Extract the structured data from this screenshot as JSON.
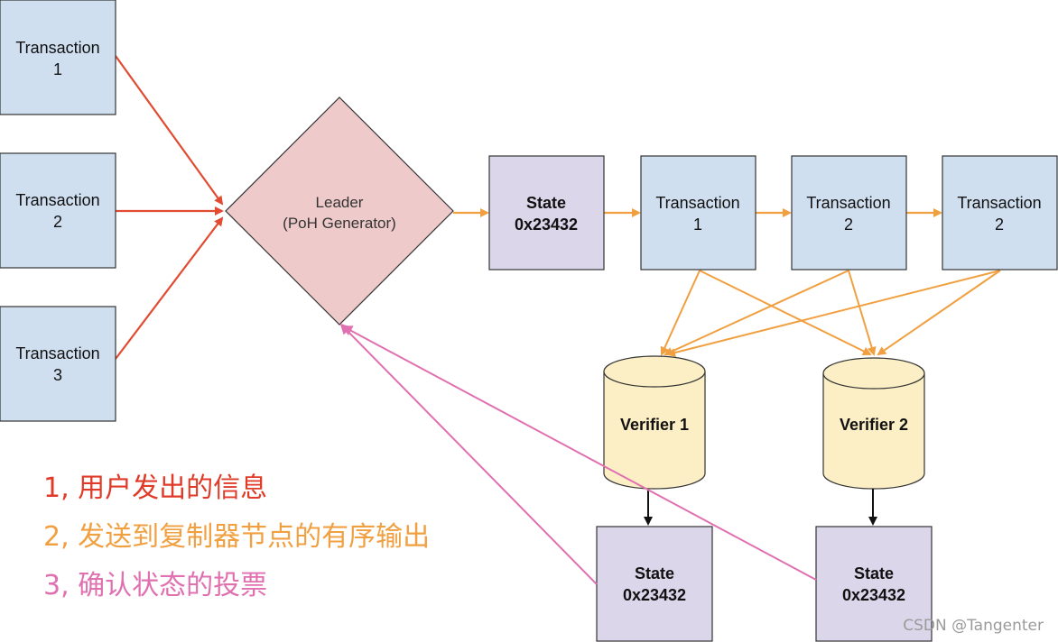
{
  "colors": {
    "transaction_fill": "#cfdff0",
    "state_fill": "#dbd6ea",
    "leader_fill": "#efcaca",
    "verifier_fill": "#fcefc6",
    "red_arrow": "#e04b32",
    "orange_arrow": "#f0a040",
    "pink_arrow": "#e070b0"
  },
  "inputs": [
    {
      "line1": "Transaction",
      "line2": "1"
    },
    {
      "line1": "Transaction",
      "line2": "2"
    },
    {
      "line1": "Transaction",
      "line2": "3"
    }
  ],
  "leader": {
    "line1": "Leader",
    "line2": "(PoH Generator)"
  },
  "chain": {
    "state": {
      "line1": "State",
      "line2": "0x23432"
    },
    "transactions": [
      {
        "line1": "Transaction",
        "line2": "1"
      },
      {
        "line1": "Transaction",
        "line2": "2"
      },
      {
        "line1": "Transaction",
        "line2": "2"
      }
    ]
  },
  "verifiers": [
    {
      "label": "Verifier 1"
    },
    {
      "label": "Verifier 2"
    }
  ],
  "verifier_states": [
    {
      "line1": "State",
      "line2": "0x23432"
    },
    {
      "line1": "State",
      "line2": "0x23432"
    }
  ],
  "legend": [
    {
      "text": "1, 用户发出的信息",
      "color": "#e03a28"
    },
    {
      "text": "2, 发送到复制器节点的有序输出",
      "color": "#f0a040"
    },
    {
      "text": "3, 确认状态的投票",
      "color": "#e070b0"
    }
  ],
  "watermark": "CSDN @Tangenter"
}
